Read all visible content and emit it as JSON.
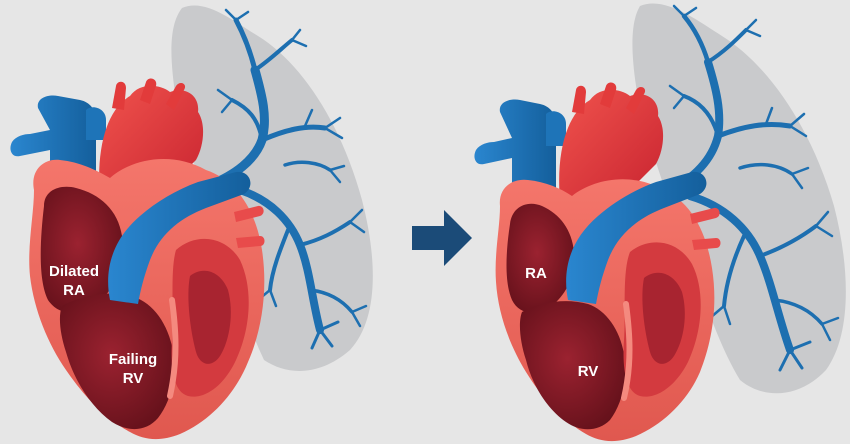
{
  "diagram": {
    "panels": [
      {
        "id": "before",
        "labels": {
          "atrium": [
            "Dilated",
            "RA"
          ],
          "ventricle": [
            "Failing",
            "RV"
          ]
        }
      },
      {
        "id": "after",
        "labels": {
          "atrium": [
            "RA"
          ],
          "ventricle": [
            "RV"
          ]
        }
      }
    ],
    "connector": "right-arrow-icon",
    "colors": {
      "background": "#e6e6e6",
      "lung": "#c9cacc",
      "vessel_blue": "#1d6fb0",
      "heart_red": "#e23b3b",
      "chamber_dark": "#7b1620",
      "arrow": "#1b4b78"
    }
  }
}
